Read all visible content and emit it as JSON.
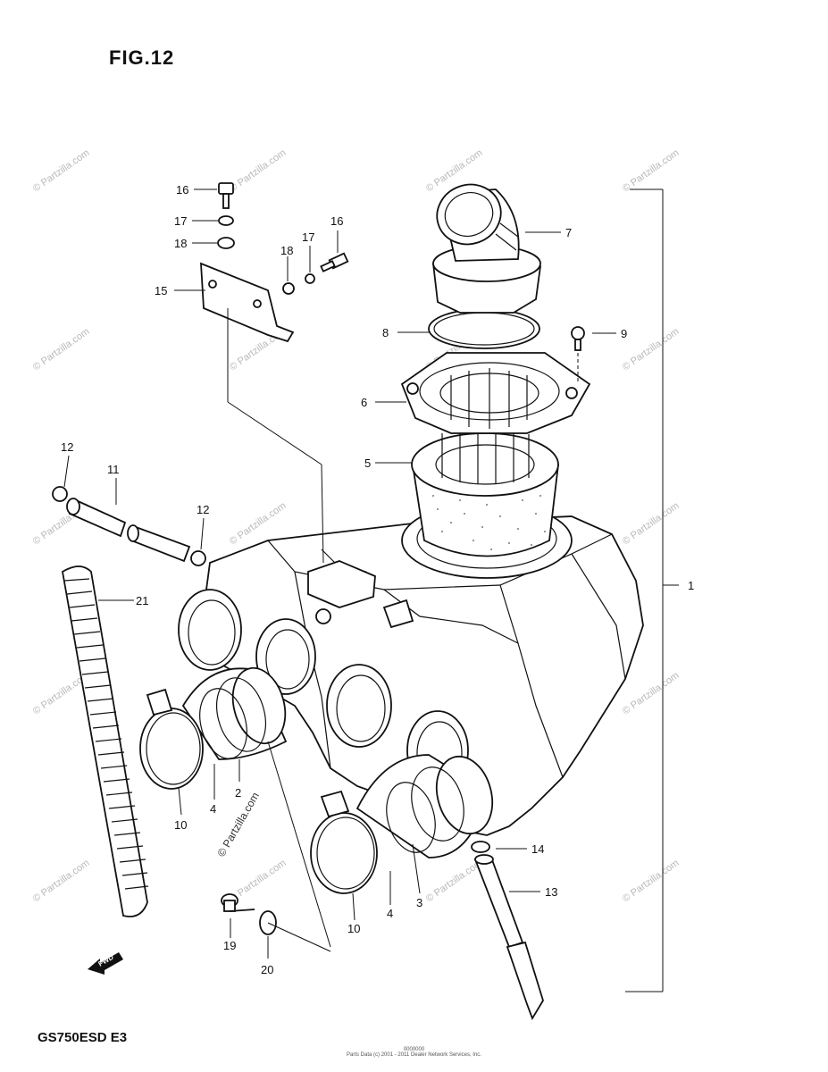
{
  "figure": {
    "title": "FIG.12"
  },
  "model_code": "GS750ESD E3",
  "watermark": "© Partzilla.com",
  "fwd_arrow": {
    "label": "FWD",
    "icon": "fwd-arrow-icon"
  },
  "footer": {
    "code": "0000000",
    "text": "Parts Data (c) 2001 - 2011 Dealer Network Services, Inc."
  },
  "callouts": [
    "1",
    "2",
    "3",
    "4",
    "4",
    "5",
    "6",
    "7",
    "8",
    "9",
    "10",
    "10",
    "11",
    "12",
    "12",
    "13",
    "14",
    "15",
    "16",
    "16",
    "17",
    "17",
    "18",
    "18",
    "19",
    "20",
    "21"
  ]
}
